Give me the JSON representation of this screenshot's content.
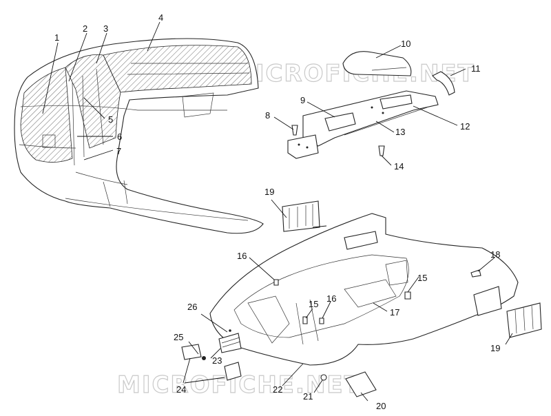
{
  "watermarks": [
    "MICROFICHE.NET",
    "MICROFICHE.NET"
  ],
  "callouts": [
    {
      "id": "c1",
      "text": "1"
    },
    {
      "id": "c2",
      "text": "2"
    },
    {
      "id": "c3",
      "text": "3"
    },
    {
      "id": "c4",
      "text": "4"
    },
    {
      "id": "c5",
      "text": "5"
    },
    {
      "id": "c6",
      "text": "6"
    },
    {
      "id": "c7",
      "text": "7"
    },
    {
      "id": "c8",
      "text": "8"
    },
    {
      "id": "c9",
      "text": "9"
    },
    {
      "id": "c10",
      "text": "10"
    },
    {
      "id": "c11",
      "text": "11"
    },
    {
      "id": "c12",
      "text": "12"
    },
    {
      "id": "c13",
      "text": "13"
    },
    {
      "id": "c14",
      "text": "14"
    },
    {
      "id": "c15a",
      "text": "15"
    },
    {
      "id": "c15b",
      "text": "15"
    },
    {
      "id": "c16a",
      "text": "16"
    },
    {
      "id": "c16b",
      "text": "16"
    },
    {
      "id": "c17",
      "text": "17"
    },
    {
      "id": "c18",
      "text": "18"
    },
    {
      "id": "c19a",
      "text": "19"
    },
    {
      "id": "c19b",
      "text": "19"
    },
    {
      "id": "c20",
      "text": "20"
    },
    {
      "id": "c21",
      "text": "21"
    },
    {
      "id": "c22",
      "text": "22"
    },
    {
      "id": "c23",
      "text": "23"
    },
    {
      "id": "c24",
      "text": "24"
    },
    {
      "id": "c25",
      "text": "25"
    },
    {
      "id": "c26",
      "text": "26"
    }
  ]
}
